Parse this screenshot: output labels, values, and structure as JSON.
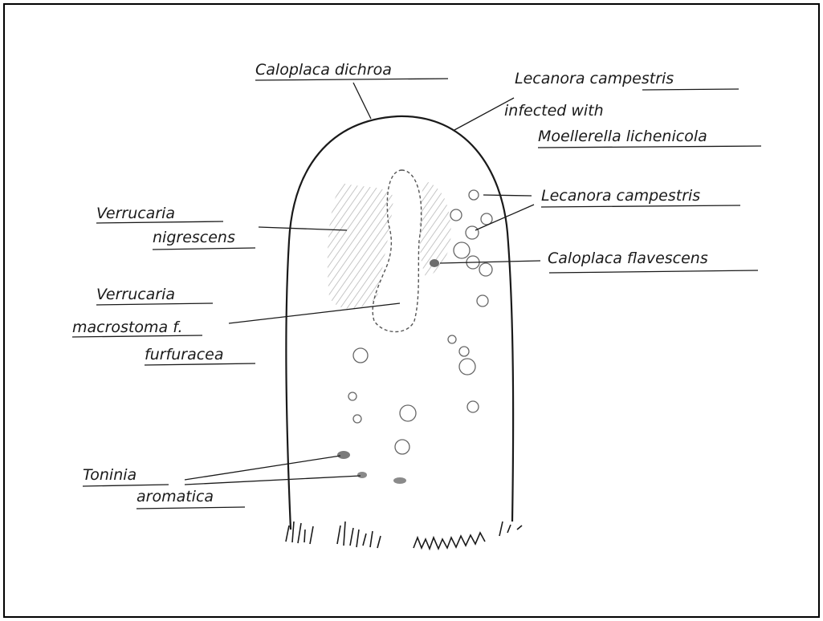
{
  "title": "",
  "labels": {
    "caloplaca_dichroa": "Caloplaca dichroa",
    "lecanora_infected_1": "Lecanora campestris",
    "lecanora_infected_2": "infected with",
    "lecanora_infected_3": "Moellerella lichenicola",
    "lecanora_campestris": "Lecanora campestris",
    "caloplaca_flavescens": "Caloplaca flavescens",
    "verrucaria_nigrescens_1": "Verrucaria",
    "verrucaria_nigrescens_2": "nigrescens",
    "verrucaria_macrostoma_1": "Verrucaria",
    "verrucaria_macrostoma_2": "macrostoma f.",
    "verrucaria_macrostoma_3": "furfuracea",
    "toninia_1": "Toninia",
    "toninia_2": "aromatica"
  },
  "colors": {
    "ink": "#1a1a1a",
    "hatch": "#b8b8b8",
    "spot": "#777777",
    "border": "#000000"
  }
}
